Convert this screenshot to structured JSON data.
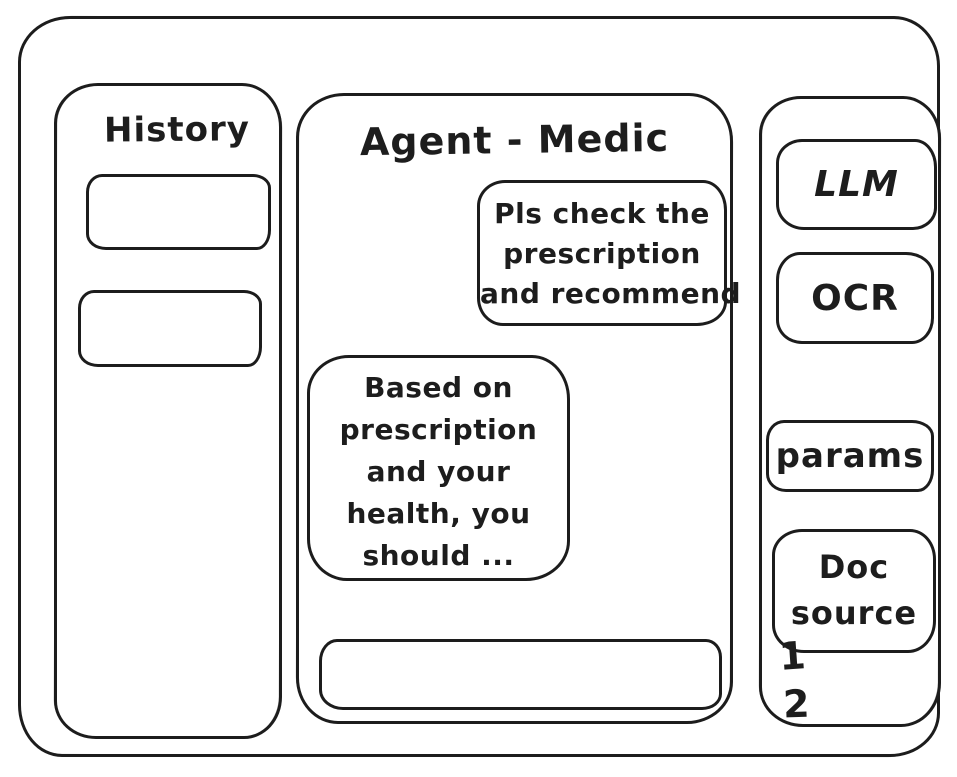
{
  "colors": {
    "ink": "#1d1d1d",
    "background": "#ffffff"
  },
  "history": {
    "title": "History",
    "items": [
      {
        "label": ""
      },
      {
        "label": ""
      }
    ]
  },
  "chat": {
    "title": "Agent - Medic",
    "messages": [
      {
        "role": "user",
        "lines": [
          "Pls check the",
          "prescription",
          "and recommend"
        ]
      },
      {
        "role": "assistant",
        "lines": [
          "Based on",
          "prescription",
          "and your",
          "health, you",
          "should ..."
        ]
      }
    ],
    "input": {
      "value": ""
    }
  },
  "tools": {
    "buttons": [
      {
        "label": "LLM"
      },
      {
        "label": "OCR"
      },
      {
        "label": "params"
      }
    ],
    "doc_source": {
      "label_lines": [
        "Doc",
        "source"
      ],
      "items": [
        "1",
        "2"
      ]
    }
  }
}
